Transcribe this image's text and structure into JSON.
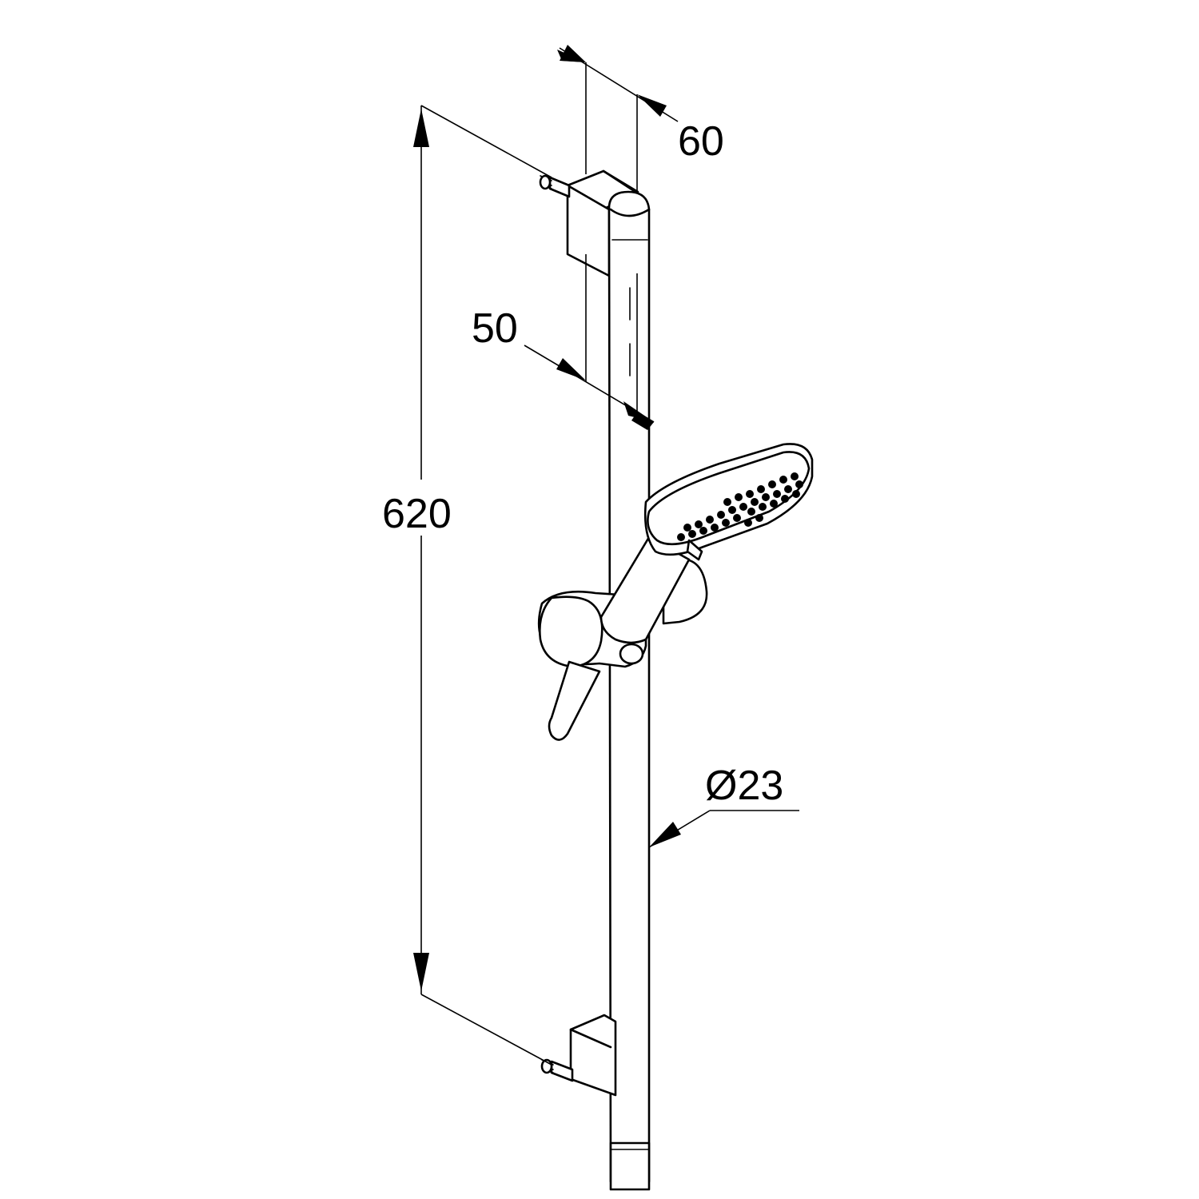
{
  "dimensions": {
    "bar_length": "620",
    "bracket_depth": "60",
    "bar_offset": "50",
    "bar_diameter": "Ø23"
  },
  "colors": {
    "line": "#000000",
    "background": "#ffffff"
  }
}
